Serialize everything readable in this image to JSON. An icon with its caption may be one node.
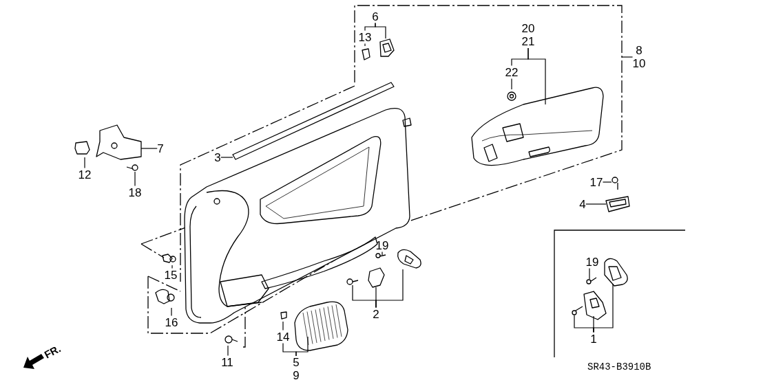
{
  "diagram": {
    "nodes": [
      {
        "text": [
          "6"
        ]
      },
      {
        "text": [
          "13"
        ]
      },
      {
        "text": [
          "3"
        ]
      },
      {
        "text": [
          "7"
        ]
      },
      {
        "text": [
          "12"
        ]
      },
      {
        "text": [
          "18"
        ]
      },
      {
        "text": [
          "15"
        ]
      },
      {
        "text": [
          "16"
        ]
      },
      {
        "text": [
          "11"
        ]
      },
      {
        "text": [
          "14"
        ]
      },
      {
        "text": [
          "5",
          "9"
        ]
      },
      {
        "text": [
          "2"
        ]
      },
      {
        "text": [
          "19"
        ]
      },
      {
        "text": [
          "20",
          "21"
        ]
      },
      {
        "text": [
          "22"
        ]
      },
      {
        "text": [
          "8",
          "10"
        ]
      },
      {
        "text": [
          "17"
        ]
      },
      {
        "text": [
          "4"
        ]
      },
      {
        "text": [
          "19"
        ]
      },
      {
        "text": [
          "1"
        ]
      },
      {
        "text": [],
        "shape": "picture"
      }
    ],
    "edges": [
      {
        "from": 0,
        "to": 20,
        "arrow": "none"
      },
      {
        "from": 0,
        "to": 1,
        "arrow": "none"
      },
      {
        "from": 1,
        "to": null,
        "arrow": "none"
      },
      {
        "from": 2,
        "to": null,
        "arrow": "none"
      },
      {
        "from": 3,
        "to": null,
        "arrow": "none"
      },
      {
        "from": 4,
        "to": null,
        "arrow": "none"
      },
      {
        "from": 5,
        "to": null,
        "arrow": "none"
      },
      {
        "from": 6,
        "to": null,
        "arrow": "none"
      },
      {
        "from": 7,
        "to": null,
        "arrow": "none"
      },
      {
        "from": 8,
        "to": null,
        "arrow": "none"
      },
      {
        "from": 9,
        "to": null,
        "arrow": "none"
      },
      {
        "from": 10,
        "to": 9,
        "arrow": "none"
      },
      {
        "from": 10,
        "to": null,
        "arrow": "none"
      },
      {
        "from": 11,
        "to": null,
        "arrow": "none"
      },
      {
        "from": 11,
        "to": null,
        "arrow": "none"
      },
      {
        "from": 11,
        "to": null,
        "arrow": "none"
      },
      {
        "from": 12,
        "to": null,
        "arrow": "none"
      },
      {
        "from": 13,
        "to": 14,
        "arrow": "none"
      },
      {
        "from": 13,
        "to": null,
        "arrow": "none"
      },
      {
        "from": 14,
        "to": null,
        "arrow": "none"
      },
      {
        "from": 15,
        "to": null,
        "arrow": "none"
      },
      {
        "from": 16,
        "to": null,
        "arrow": "none"
      },
      {
        "from": 17,
        "to": null,
        "arrow": "none"
      },
      {
        "from": 18,
        "to": null,
        "arrow": "none"
      },
      {
        "from": 19,
        "to": null,
        "arrow": "none"
      },
      {
        "from": 19,
        "to": null,
        "arrow": "none"
      },
      {
        "from": 19,
        "to": null,
        "arrow": "none"
      }
    ],
    "labels": [
      "FR.",
      "SR43-B3910B"
    ]
  }
}
